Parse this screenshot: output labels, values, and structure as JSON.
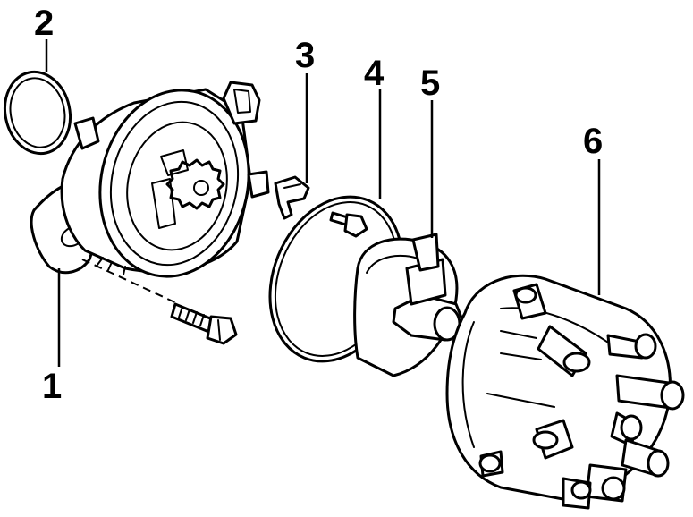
{
  "callouts": {
    "part1": "1",
    "part2": "2",
    "part3": "3",
    "part4": "4",
    "part5": "5",
    "part6": "6"
  },
  "colors": {
    "line": "#000000",
    "background": "#ffffff"
  }
}
